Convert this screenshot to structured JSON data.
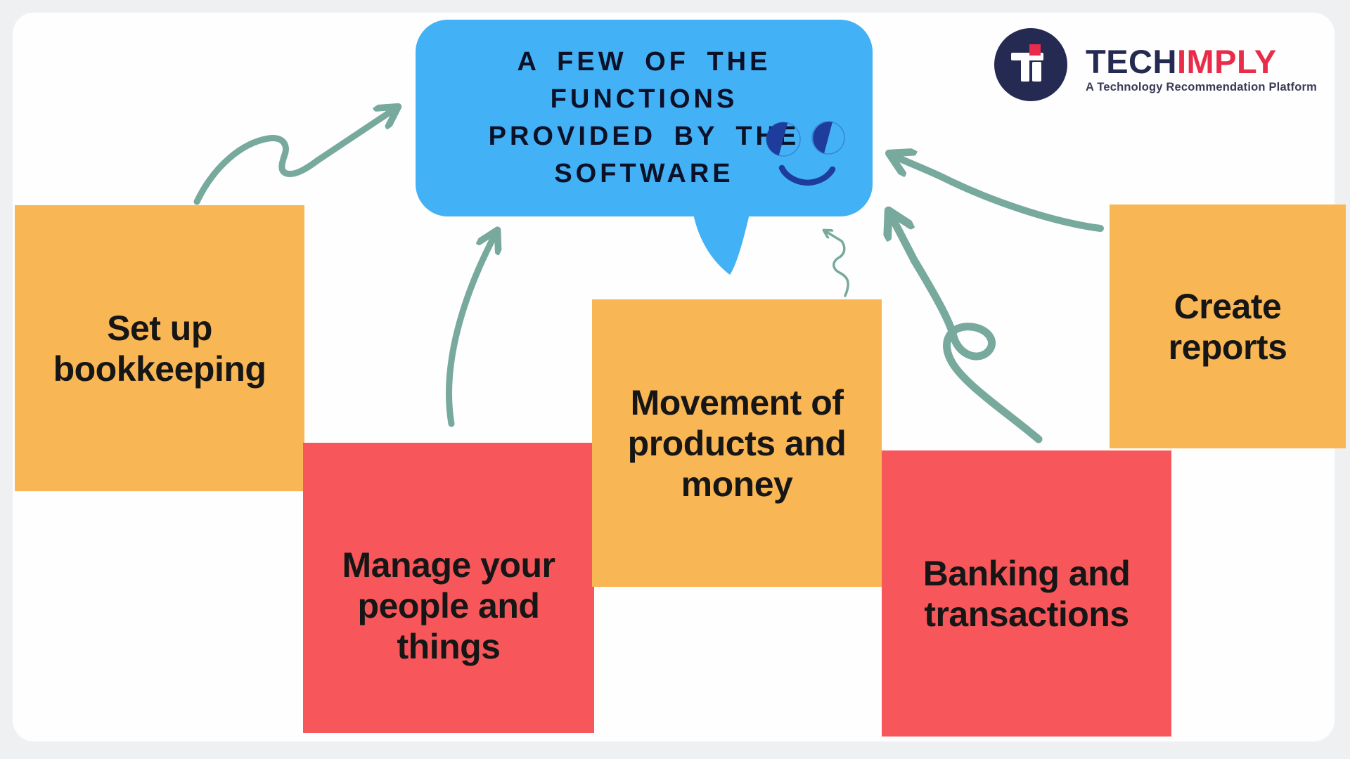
{
  "bubble": {
    "lines": [
      "A FEW OF THE FUNCTIONS",
      "PROVIDED BY THE",
      "SOFTWARE"
    ]
  },
  "functions": [
    {
      "label": "Set up bookkeeping",
      "variant": "orange"
    },
    {
      "label": "Manage your people and things",
      "variant": "red"
    },
    {
      "label": "Movement of products and money",
      "variant": "orange"
    },
    {
      "label": "Banking and transactions",
      "variant": "red"
    },
    {
      "label": "Create reports",
      "variant": "orange"
    }
  ],
  "logo": {
    "monogram": "TI",
    "brand_primary": "TECH",
    "brand_secondary": "IMPLY",
    "tagline": "A Technology Recommendation Platform"
  },
  "colors": {
    "bg": "#EEF0F2",
    "card": "#FEFEFE",
    "orange": "#F9B654",
    "red": "#F7575A",
    "blue": "#43B1F5",
    "teal": "#77A99C",
    "bubble-text": "#0C1128",
    "box-text": "#161616",
    "logo-navy": "#252A52",
    "logo-red": "#E92C49",
    "tagline": "#3A3B55",
    "face-navy": "#1D3C9C"
  }
}
